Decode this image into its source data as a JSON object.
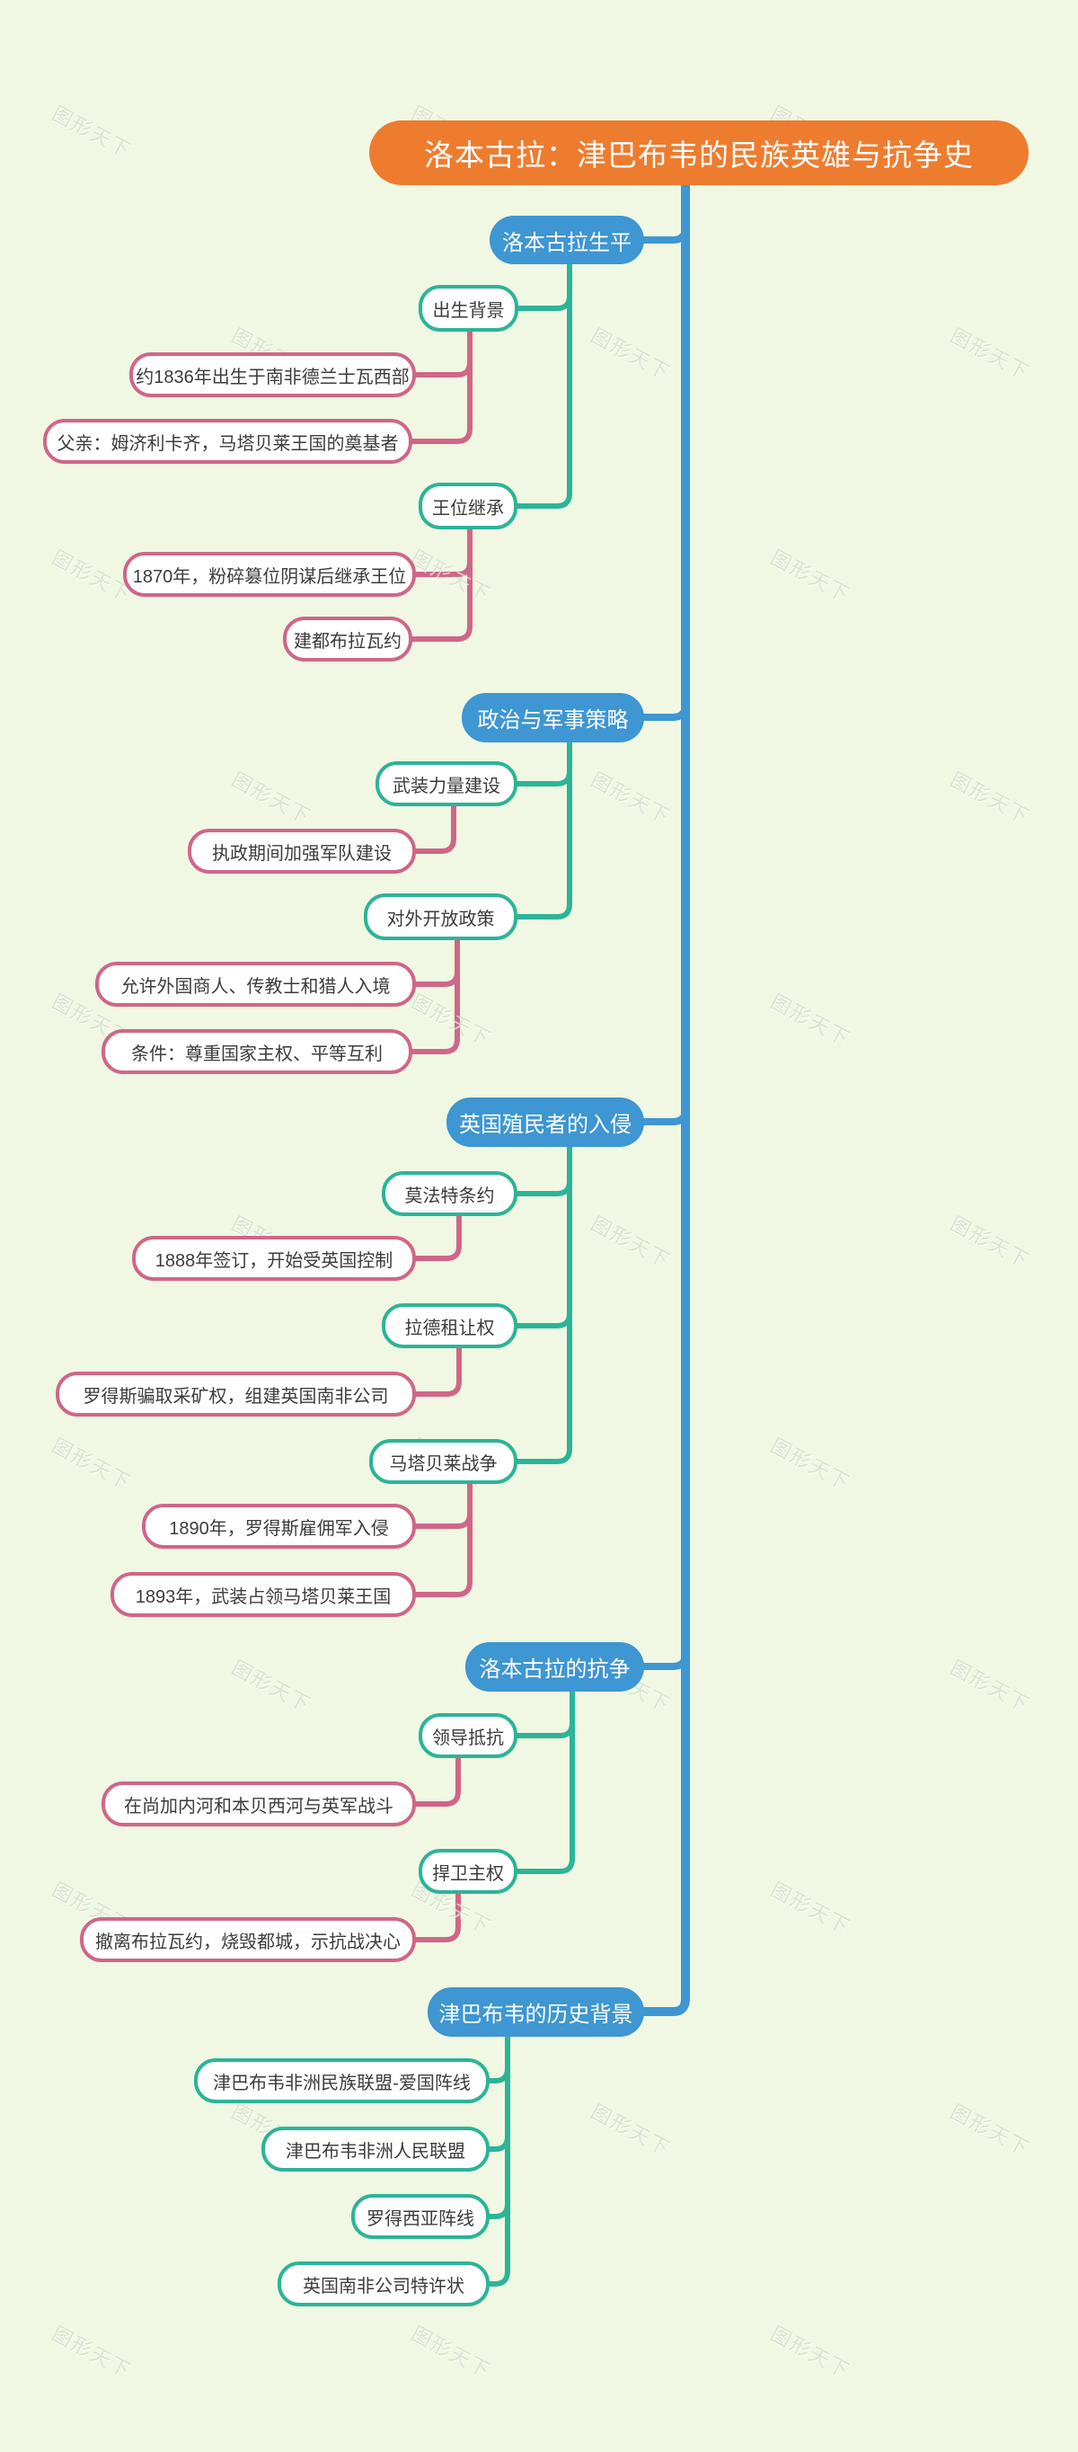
{
  "title": "洛本古拉：津巴布韦的民族英雄与抗争史",
  "watermark": {
    "text": "图形天下"
  },
  "colors": {
    "background": "#f0f8e3",
    "root": "#ee7c2f",
    "branch": "#3e96d2",
    "subtopic_border": "#2cb498",
    "leaf_border": "#d06687",
    "text_dark": "#3c3c3c",
    "text_light": "#ffffff"
  },
  "branches": [
    {
      "label": "洛本古拉生平",
      "children": [
        {
          "label": "出生背景",
          "leaves": [
            "约1836年出生于南非德兰士瓦西部",
            "父亲：姆济利卡齐，马塔贝莱王国的奠基者"
          ]
        },
        {
          "label": "王位继承",
          "leaves": [
            "1870年，粉碎篡位阴谋后继承王位",
            "建都布拉瓦约"
          ]
        }
      ]
    },
    {
      "label": "政治与军事策略",
      "children": [
        {
          "label": "武装力量建设",
          "leaves": [
            "执政期间加强军队建设"
          ]
        },
        {
          "label": "对外开放政策",
          "leaves": [
            "允许外国商人、传教士和猎人入境",
            "条件：尊重国家主权、平等互利"
          ]
        }
      ]
    },
    {
      "label": "英国殖民者的入侵",
      "children": [
        {
          "label": "莫法特条约",
          "leaves": [
            "1888年签订，开始受英国控制"
          ]
        },
        {
          "label": "拉德租让权",
          "leaves": [
            "罗得斯骗取采矿权，组建英国南非公司"
          ]
        },
        {
          "label": "马塔贝莱战争",
          "leaves": [
            "1890年，罗得斯雇佣军入侵",
            "1893年，武装占领马塔贝莱王国"
          ]
        }
      ]
    },
    {
      "label": "洛本古拉的抗争",
      "children": [
        {
          "label": "领导抵抗",
          "leaves": [
            "在尚加内河和本贝西河与英军战斗"
          ]
        },
        {
          "label": "捍卫主权",
          "leaves": [
            "撤离布拉瓦约，烧毁都城，示抗战决心"
          ]
        }
      ]
    },
    {
      "label": "津巴布韦的历史背景",
      "children": [
        {
          "label": "津巴布韦非洲民族联盟-爱国阵线",
          "leaves": []
        },
        {
          "label": "津巴布韦非洲人民联盟",
          "leaves": []
        },
        {
          "label": "罗得西亚阵线",
          "leaves": []
        },
        {
          "label": "英国南非公司特许状",
          "leaves": []
        }
      ]
    }
  ]
}
